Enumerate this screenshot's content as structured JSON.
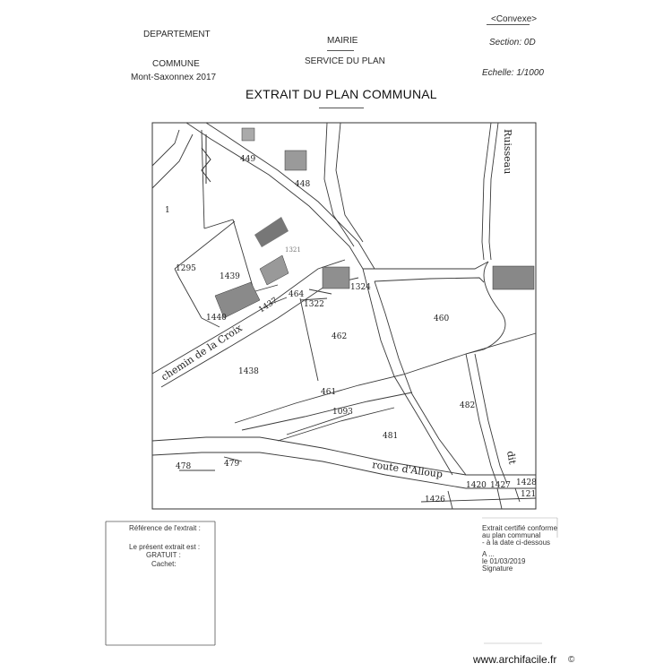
{
  "header": {
    "departement": "DEPARTEMENT",
    "commune_label": "COMMUNE",
    "commune_name": "Mont-Saxonnex 2017",
    "mairie": "MAIRIE",
    "service": "SERVICE DU PLAN",
    "convexe": "<Convexe>",
    "section": "Section: 0D",
    "echelle": "Echelle: 1/1000",
    "title": "EXTRAIT DU PLAN COMMUNAL"
  },
  "map": {
    "parcels": [
      "449",
      "448",
      "1321",
      "1295",
      "1439",
      "1440",
      "464",
      "1322",
      "1324",
      "460",
      "462",
      "1438",
      "461",
      "1093",
      "482",
      "481",
      "478",
      "479",
      "1420",
      "1427",
      "1428",
      "121",
      "1426",
      "1"
    ],
    "roads": {
      "chemin": "chemin de la Croix",
      "chemin_num": "1437",
      "route": "route d'Alloup",
      "ruisseau": "Ruisseau",
      "dit": "dit"
    }
  },
  "footer": {
    "reference": "Référence de l'extrait :",
    "present": "Le présent extrait est :",
    "gratuit": "GRATUIT :",
    "cachet": "Cachet:",
    "certifie_1": "Extrait certifié conforme",
    "certifie_2": "au plan communal",
    "certifie_3": "- à la date ci-dessous",
    "a_line": "A ...",
    "le_line": "le   01/03/2019",
    "signature": "Signature"
  },
  "watermark": {
    "url": "www.archifacile.fr",
    "copyright": "©"
  }
}
